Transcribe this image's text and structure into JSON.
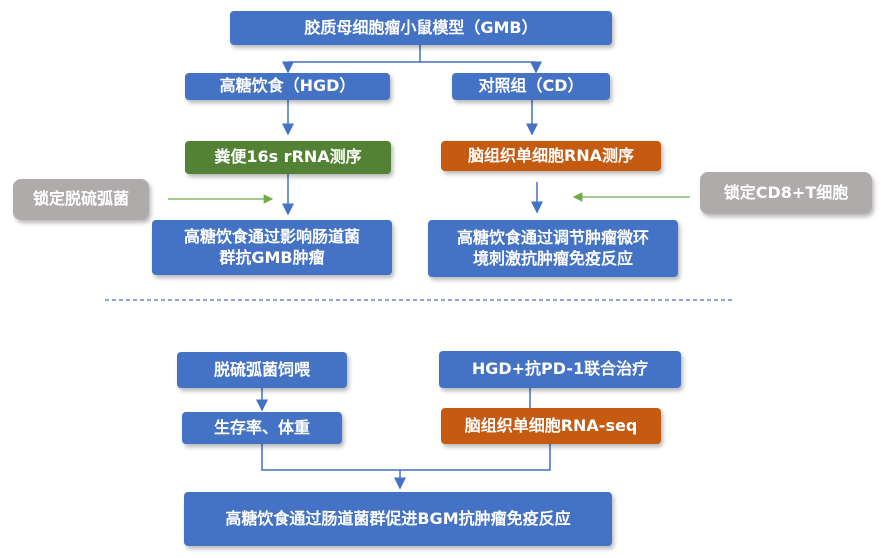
{
  "colors": {
    "blue_box": "#4472C4",
    "green_box": "#548235",
    "orange_box": "#C55A11",
    "gray_box": "#AFABAB",
    "arrow_blue": "#4472C4",
    "arrow_green": "#70AD47",
    "divider": "#4472C4"
  },
  "top": {
    "title": "胶质母细胞瘤小鼠模型（GMB）",
    "left_branch": {
      "group": "高糖饮食（HGD）",
      "method": "粪便16s rRNA测序",
      "side_label": "锁定脱硫弧菌",
      "conclusion_line1": "高糖饮食通过影响肠道菌",
      "conclusion_line2": "群抗GMB肿瘤"
    },
    "right_branch": {
      "group": "对照组（CD）",
      "method": "脑组织单细胞RNA测序",
      "side_label": "锁定CD8+T细胞",
      "conclusion_line1": "高糖饮食通过调节肿瘤微环",
      "conclusion_line2": "境刺激抗肿瘤免疫反应"
    }
  },
  "bottom": {
    "left_step1": "脱硫弧菌饲喂",
    "left_step2": "生存率、体重",
    "right_step1": "HGD+抗PD-1联合治疗",
    "right_step2": "脑组织单细胞RNA-seq",
    "final": "高糖饮食通过肠道菌群促进BGM抗肿瘤免疫反应"
  }
}
